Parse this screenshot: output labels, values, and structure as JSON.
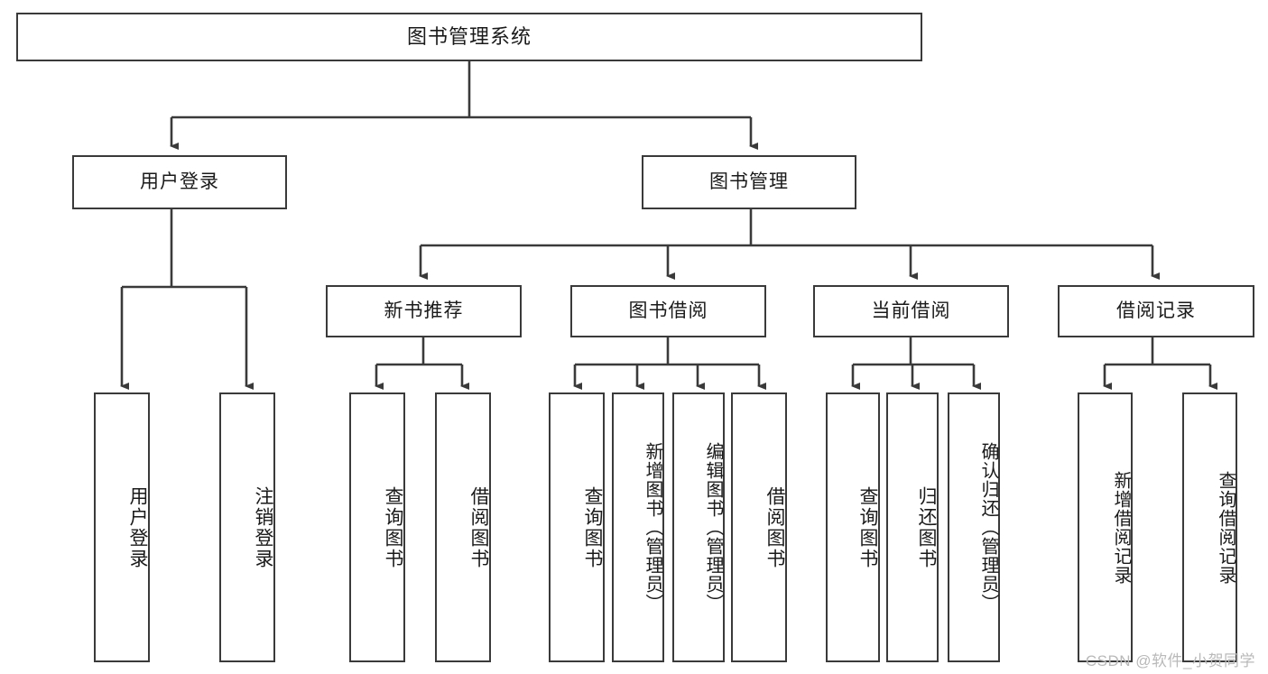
{
  "diagram": {
    "title": "图书管理系统",
    "type": "tree-hierarchy-diagram",
    "root": {
      "label": "图书管理系统"
    },
    "level2": [
      {
        "label": "用户登录"
      },
      {
        "label": "图书管理"
      }
    ],
    "level3": [
      {
        "label": "新书推荐"
      },
      {
        "label": "图书借阅"
      },
      {
        "label": "当前借阅"
      },
      {
        "label": "借阅记录"
      }
    ],
    "leaves": {
      "user_login": [
        {
          "label": "用户登录"
        },
        {
          "label": "注销登录"
        }
      ],
      "new_book_recommend": [
        {
          "label": "查询图书"
        },
        {
          "label": "借阅图书"
        }
      ],
      "book_borrow": [
        {
          "label": "查询图书"
        },
        {
          "label": "新增图书（管理员）"
        },
        {
          "label": "编辑图书（管理员）"
        },
        {
          "label": "借阅图书"
        }
      ],
      "current_borrow": [
        {
          "label": "查询图书"
        },
        {
          "label": "归还图书"
        },
        {
          "label": "确认归还（管理员）"
        }
      ],
      "borrow_record": [
        {
          "label": "新增借阅记录"
        },
        {
          "label": "查询借阅记录"
        }
      ]
    }
  },
  "watermark": {
    "text": "CSDN @软件_小贺同学"
  },
  "colors": {
    "stroke": "#3a3a3a",
    "background": "#ffffff",
    "text": "#1a1a1a",
    "watermark": "#b9b9b9"
  }
}
